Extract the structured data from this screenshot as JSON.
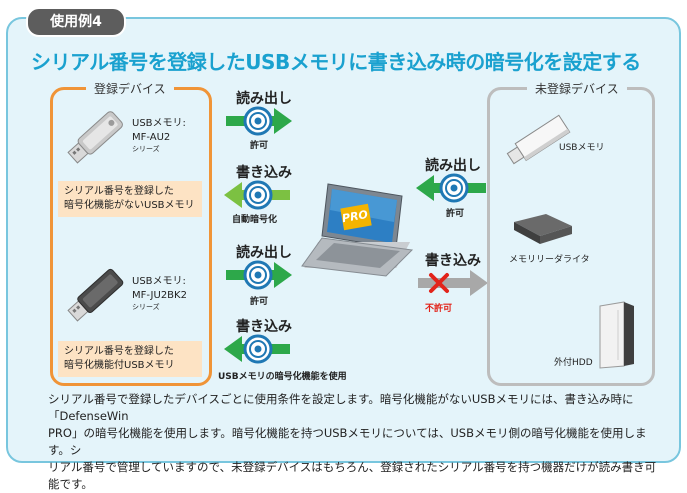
{
  "badge": "使用例4",
  "title": "シリアル番号を登録したUSBメモリに書き込み時の暗号化を設定する",
  "registered": {
    "title": "登録デバイス",
    "usb1": {
      "line1": "USBメモリ:",
      "line2": "MF-AU2",
      "series": "シリーズ"
    },
    "note1": [
      "シリアル番号を登録した",
      "暗号化機能がないUSBメモリ"
    ],
    "usb2": {
      "line1": "USBメモリ:",
      "line2": "MF-JU2BK2",
      "series": "シリーズ"
    },
    "note2": [
      "シリアル番号を登録した",
      "暗号化機能付USBメモリ"
    ]
  },
  "flows": {
    "read1": {
      "label": "読み出し",
      "status": "許可"
    },
    "write1": {
      "label": "書き込み",
      "status": "自動暗号化"
    },
    "read2": {
      "label": "読み出し",
      "status": "許可"
    },
    "write2": {
      "label": "書き込み",
      "status": "USBメモリの暗号化機能を使用"
    },
    "read3": {
      "label": "読み出し",
      "status": "許可"
    },
    "write3": {
      "label": "書き込み",
      "status": "不許可"
    }
  },
  "laptop_badge": "PRO",
  "unregistered": {
    "title": "未登録デバイス",
    "usb": "USBメモリ",
    "reader": "メモリリーダライタ",
    "hdd": "外付HDD"
  },
  "footer": [
    "シリアル番号で登録したデバイスごとに使用条件を設定します。暗号化機能がないUSBメモリには、書き込み時に「DefenseWin",
    "PRO」の暗号化機能を使用します。暗号化機能を持つUSBメモリについては、USBメモリ側の暗号化機能を使用します。シ",
    "リアル番号で管理していますので、未登録デバイスはもちろん、登録されたシリアル番号を持つ機器だけが読み書き可能です。"
  ],
  "colors": {
    "accent": "#1aa1cf",
    "green": "#2da84a",
    "orange": "#f09437",
    "red": "#e2231a"
  }
}
